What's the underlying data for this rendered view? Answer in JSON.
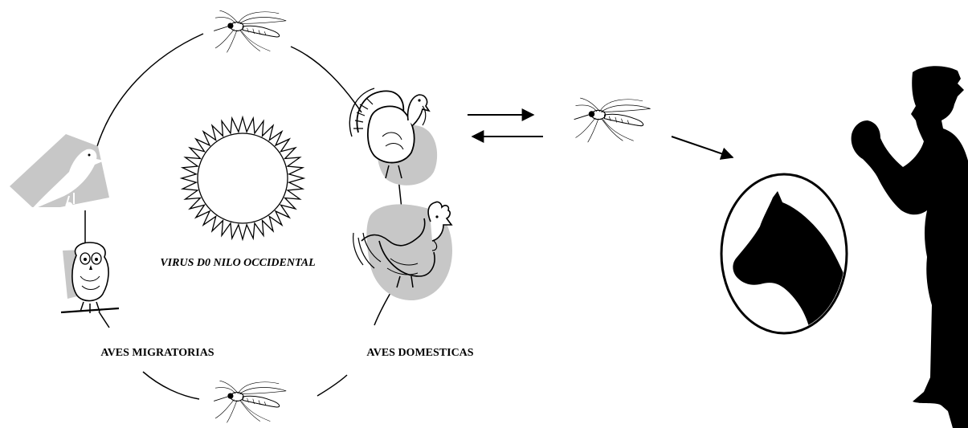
{
  "labels": {
    "virus": "VIRUS D0 NILO OCCIDENTAL",
    "migratory_birds": "AVES MIGRATORIAS",
    "domestic_birds": "AVES DOMESTICAS"
  },
  "colors": {
    "ink": "#000000",
    "patch": "#c7c7c7",
    "background": "#ffffff"
  },
  "icons": [
    "mosquito-icon",
    "turkey-icon",
    "rooster-icon",
    "owl-icon",
    "songbird-icon",
    "sun-virus-icon",
    "horse-head-icon",
    "human-silhouette-icon"
  ]
}
